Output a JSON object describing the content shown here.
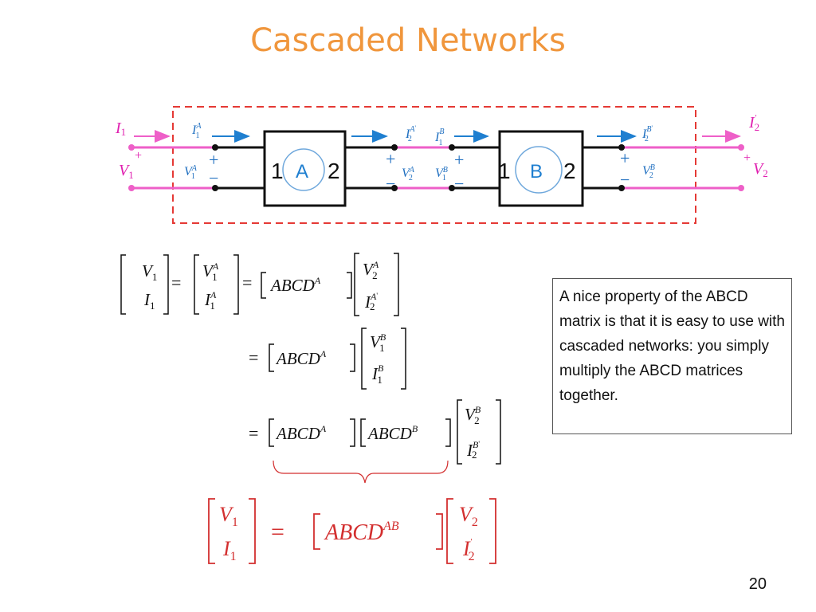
{
  "slide": {
    "title": "Cascaded Networks",
    "page_number": "20"
  },
  "callout": {
    "text": "A nice property of the ABCD matrix is that it is easy to use with cascaded networks: you simply multiply the ABCD matrices together."
  },
  "colors": {
    "title": "#f0963c",
    "wire": "#ee5fc8",
    "arrow": "#1f7fd0",
    "dashed_box": "#e53935",
    "final_equation": "#d32f2f",
    "network_circle": "#6fa8dc"
  },
  "circuit": {
    "network_a": {
      "port_left": "1",
      "port_right": "2",
      "label": "A"
    },
    "network_b": {
      "port_left": "1",
      "port_right": "2",
      "label": "B"
    },
    "plus": "+",
    "minus": "−"
  },
  "equations": {
    "abcd": "ABCD",
    "equals": "=",
    "sup_A": "A",
    "sup_B": "B",
    "sup_AB": "AB",
    "prime": "'",
    "V": "V",
    "I": "I",
    "sub_1": "1",
    "sub_2": "2"
  }
}
